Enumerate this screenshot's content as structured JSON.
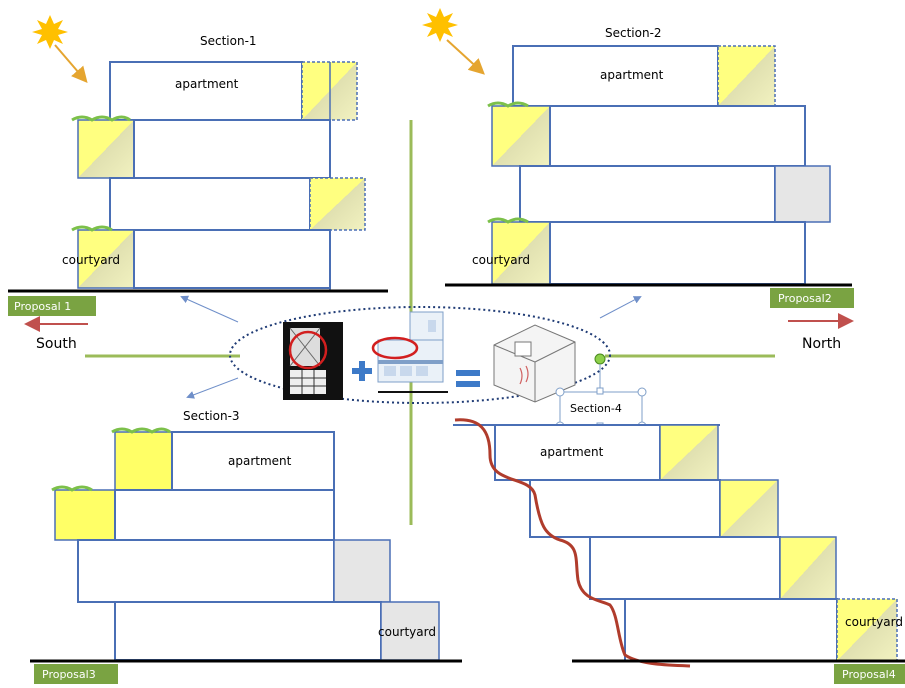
{
  "sections": [
    {
      "title": "Section-1",
      "labels": [
        "apartment",
        "courtyard"
      ],
      "proposal": "Proposal 1"
    },
    {
      "title": "Section-2",
      "labels": [
        "apartment",
        "courtyard"
      ],
      "proposal": "Proposal2"
    },
    {
      "title": "Section-3",
      "labels": [
        "apartment",
        "courtyard"
      ],
      "proposal": "Proposal3"
    },
    {
      "title": "Section-4",
      "labels": [
        "apartment",
        "courtyard"
      ],
      "proposal": "Proposal4"
    }
  ],
  "orientation": {
    "south": "South",
    "north": "North"
  },
  "colors": {
    "outline": "#4a6fb5",
    "yellow": "#ffff80",
    "grey": "#e6e6e6",
    "proposal_tag": "#7aa342",
    "axis": "#9bbb59",
    "arrow_red": "#c0504d",
    "red_line": "#b03c2c",
    "sun": "#ffc000"
  },
  "icons": [
    "sun-icon",
    "plus-icon",
    "equals-icon"
  ]
}
